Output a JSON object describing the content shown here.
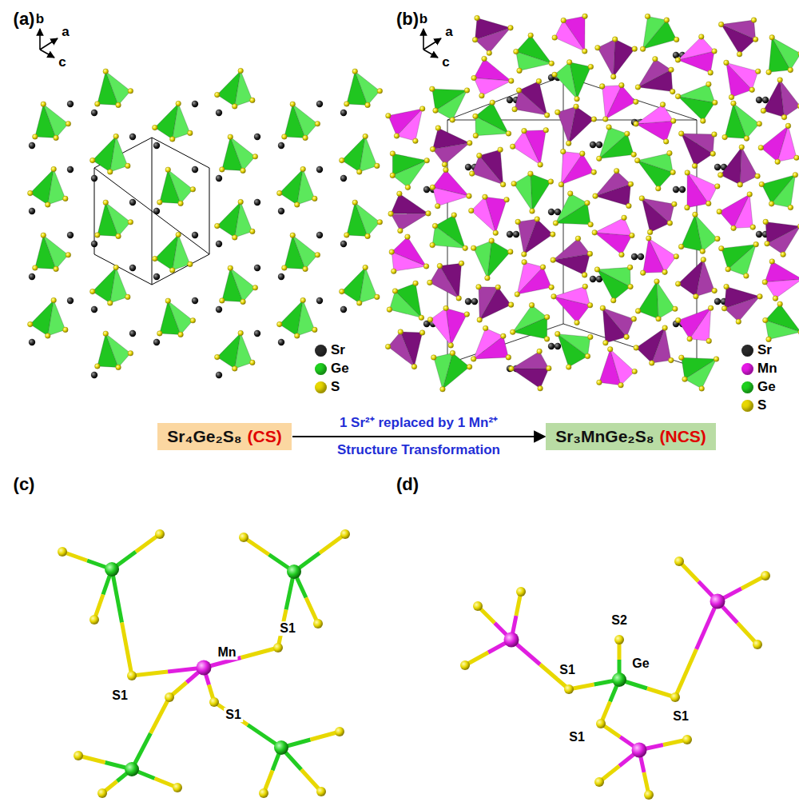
{
  "diagram": {
    "nodes": [
      {
        "text": [
          "Sr₄Ge₂S₈",
          "(CS)"
        ]
      },
      {
        "text": [
          "Sr₃MnGe₂S₈",
          "(NCS)"
        ]
      }
    ],
    "edges": [
      {
        "from": 0,
        "to": 1,
        "arrow": "to",
        "label": "1 Sr²⁺ replaced by 1 Mn²⁺ Structure Transformation"
      }
    ],
    "labels": [
      "(a)",
      "b",
      "a",
      "c",
      "(b)",
      "b",
      "a",
      "c",
      "(c)",
      "S1",
      "Mn",
      "S1",
      "S1",
      "(d)",
      "S2",
      "S1",
      "Ge",
      "S1",
      "S1"
    ],
    "legend": [
      {
        "text": "Sr",
        "color": "#2b2b2b"
      },
      {
        "text": "Ge",
        "color": "#1fd11f"
      },
      {
        "text": "S",
        "color": "#e8d800"
      },
      {
        "text": "Sr",
        "color": "#2b2b2b"
      },
      {
        "text": "Mn",
        "color": "#e619e6"
      },
      {
        "text": "Ge",
        "color": "#1fd11f"
      },
      {
        "text": "S",
        "color": "#e8d800"
      }
    ]
  }
}
